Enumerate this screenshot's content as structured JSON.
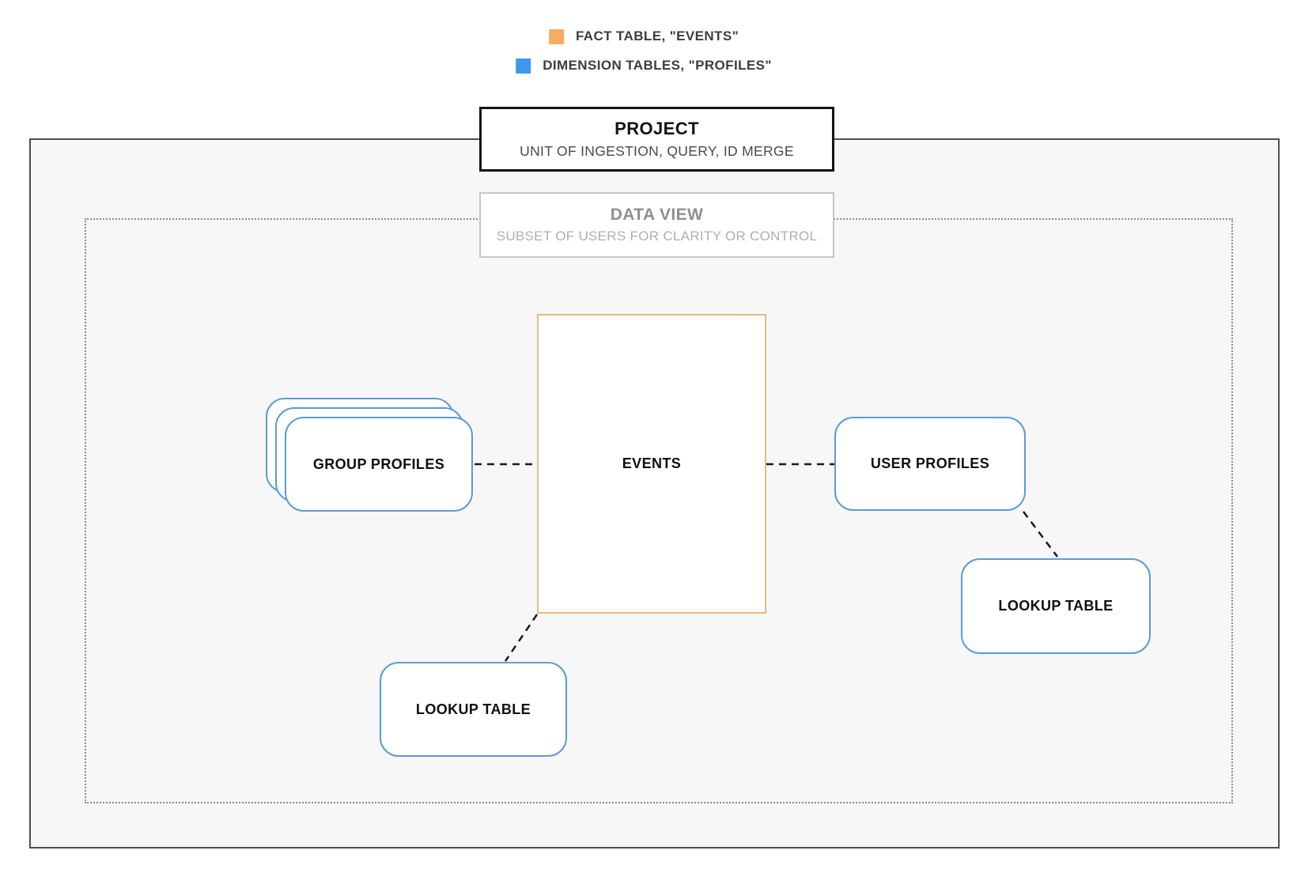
{
  "legend": {
    "items": [
      {
        "label": "FACT TABLE, \"EVENTS\"",
        "color": "#F6AC61"
      },
      {
        "label": "DIMENSION TABLES, \"PROFILES\"",
        "color": "#3E97EE"
      }
    ]
  },
  "project": {
    "title": "PROJECT",
    "subtitle": "UNIT OF INGESTION, QUERY, ID MERGE"
  },
  "data_view": {
    "title": "DATA VIEW",
    "subtitle": "SUBSET OF USERS FOR CLARITY OR CONTROL"
  },
  "nodes": {
    "events": {
      "label": "EVENTS",
      "type": "fact"
    },
    "group_profiles": {
      "label": "GROUP PROFILES",
      "type": "dimension"
    },
    "user_profiles": {
      "label": "USER PROFILES",
      "type": "dimension"
    },
    "lookup_table_right": {
      "label": "LOOKUP TABLE",
      "type": "dimension"
    },
    "lookup_table_bottom": {
      "label": "LOOKUP TABLE",
      "type": "dimension"
    }
  },
  "colors": {
    "fact_swatch": "#F6AC61",
    "dimension_swatch": "#3E97EE",
    "fact_border": "#E7BA7E",
    "dimension_border": "#5B9BD8",
    "project_border": "#141414",
    "outer_border": "#4F4F4F",
    "dotted_border": "#8A8A8A",
    "inner_background": "#F7F7F8"
  }
}
